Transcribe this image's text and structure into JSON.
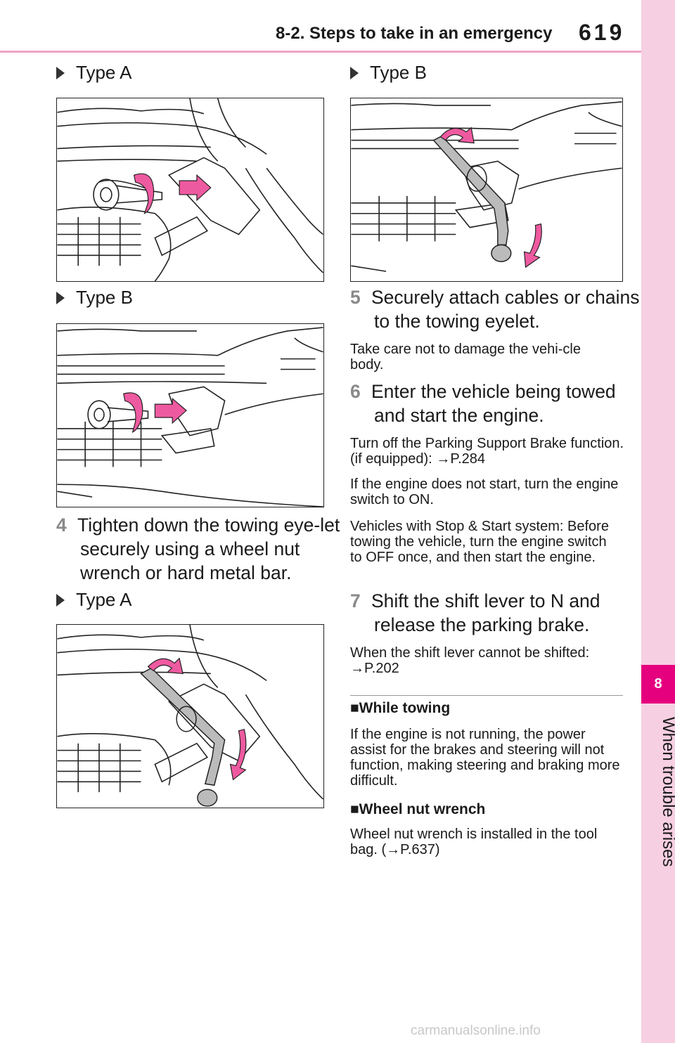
{
  "header": {
    "section_title": "8-2. Steps to take in an emergency",
    "page_number": "619"
  },
  "side_tab": {
    "chapter_number": "8",
    "chapter_label": "When trouble arises"
  },
  "left_column": {
    "type_a_label_1": "Type A",
    "type_b_label_1": "Type B",
    "step4": {
      "number": "4",
      "text": "Tighten down the towing eye-let securely using a wheel nut wrench or hard metal bar."
    },
    "type_a_label_2": "Type A"
  },
  "right_column": {
    "type_b_label_2": "Type B",
    "step5": {
      "number": "5",
      "text": "Securely attach cables or chains to the towing eyelet."
    },
    "step5_note": "Take care not to damage the vehi-cle body.",
    "step6": {
      "number": "6",
      "text": "Enter the vehicle being towed and start the engine."
    },
    "step6_note1_text": "Turn off the Parking Support Brake function. (if equipped):",
    "step6_note1_ref": "P.284",
    "step6_note2": "If the engine does not start, turn the engine switch to ON.",
    "step6_note3": "Vehicles with Stop & Start system: Before towing the vehicle, turn the engine switch to OFF once, and then start the engine.",
    "step7": {
      "number": "7",
      "text": "Shift the shift lever to N and release the parking brake."
    },
    "step7_note_text": "When the shift lever cannot be shifted:",
    "step7_note_ref": "P.202",
    "while_towing_heading": "■While towing",
    "while_towing_text": "If the engine is not running, the power assist for the brakes and steering will not function, making steering and braking more difficult.",
    "wrench_heading": "■Wheel nut wrench",
    "wrench_text_before": "Wheel nut wrench is installed in the tool bag. (",
    "wrench_ref": "P.637",
    "wrench_text_after": ")"
  },
  "watermark": "carmanualsonline.info",
  "colors": {
    "accent_pink": "#e5007e",
    "tab_pink": "#f7cfe2",
    "rule_pink": "#f1a4c8",
    "arrow_pink": "#ee5aa0"
  },
  "icons": {
    "bullet": "triangle-bullet-icon",
    "reference_arrow": "right-arrow-icon"
  }
}
